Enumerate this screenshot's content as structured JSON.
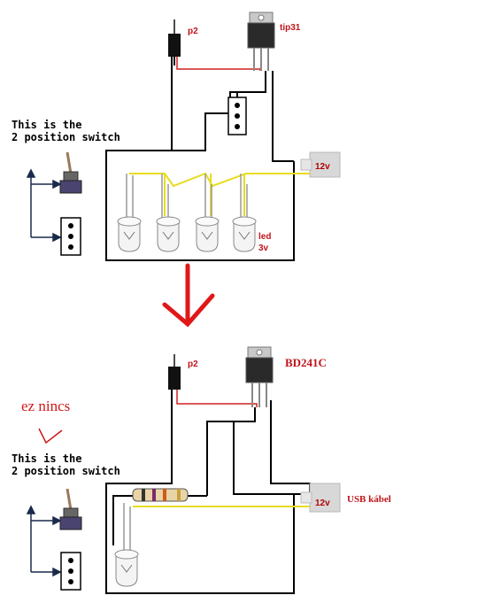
{
  "top_circuit": {
    "switch_note_line1": "This is the",
    "switch_note_line2": "2 position switch",
    "transistor_label": "tip31",
    "probe_label": "p2",
    "plug_label": "12v",
    "led_label_line1": "led",
    "led_label_line2": "3v"
  },
  "bottom_circuit": {
    "handwritten_note": "ez nincs",
    "switch_note_line1": "This is the",
    "switch_note_line2": "2 position switch",
    "transistor_label": "BD241C",
    "probe_label": "p2",
    "plug_label": "12v",
    "usb_label": "USB kábel"
  },
  "colors": {
    "wire": "#000000",
    "red_wire": "#d02020",
    "yellow_wire": "#e8dc20",
    "arrow": "#e01818",
    "text_red": "#c0141a"
  }
}
